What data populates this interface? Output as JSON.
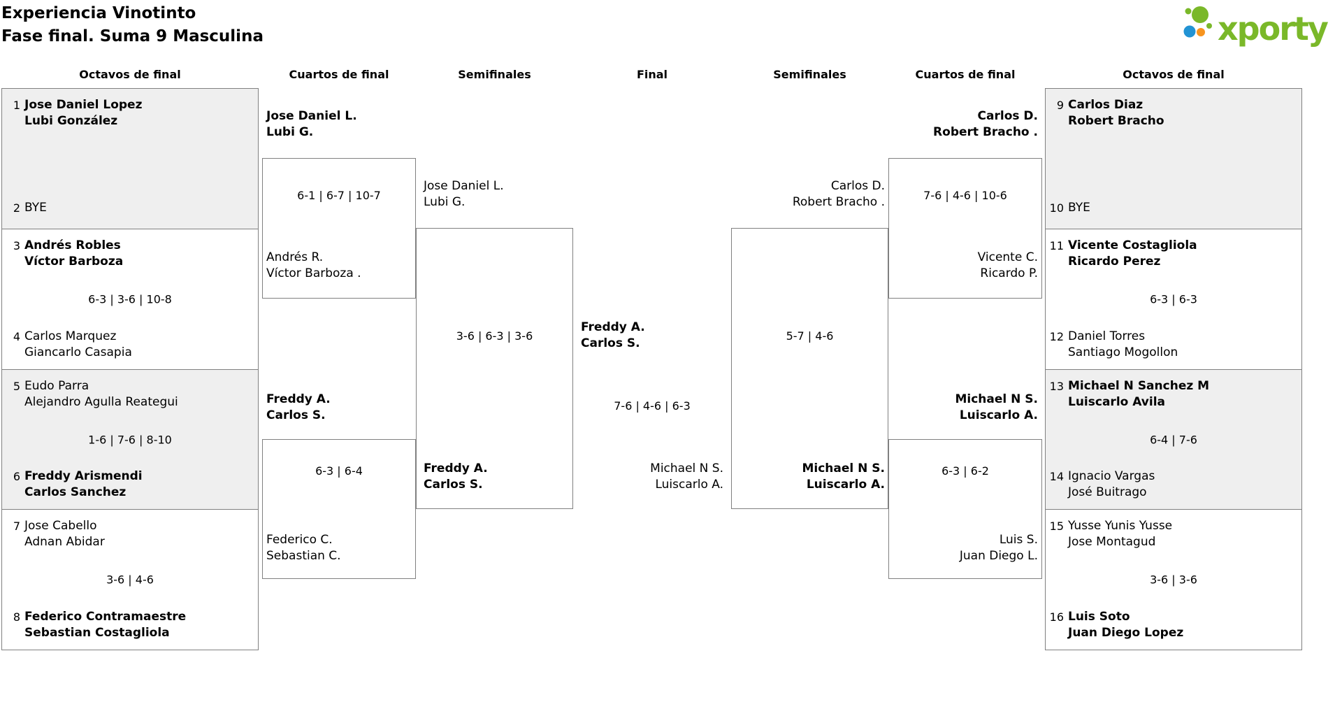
{
  "title": {
    "line1": "Experiencia Vinotinto",
    "line2": "Fase final. Suma 9 Masculina"
  },
  "logo": {
    "text": "xporty",
    "colors": {
      "green": "#7ab829",
      "blue": "#2293d4",
      "orange": "#f7941e"
    }
  },
  "rounds": [
    "Octavos de final",
    "Cuartos de final",
    "Semifinales",
    "Final",
    "Semifinales",
    "Cuartos de final",
    "Octavos de final"
  ],
  "octavos_left": [
    {
      "top_seed": "1",
      "top1": "Jose Daniel Lopez",
      "top2": "Lubi González",
      "bottom_seed": "2",
      "bottom1": "BYE"
    },
    {
      "top_seed": "3",
      "top1": "Andrés Robles",
      "top2": "Víctor Barboza",
      "score": "6-3 | 3-6 | 10-8",
      "bottom_seed": "4",
      "bottom1": "Carlos Marquez",
      "bottom2": "Giancarlo Casapia"
    },
    {
      "top_seed": "5",
      "top1": "Eudo Parra",
      "top2": "Alejandro Agulla Reategui",
      "score": "1-6 | 7-6 | 8-10",
      "bottom_seed": "6",
      "bottom1": "Freddy Arismendi",
      "bottom2": "Carlos Sanchez"
    },
    {
      "top_seed": "7",
      "top1": "Jose Cabello",
      "top2": "Adnan Abidar",
      "score": "3-6 | 4-6",
      "bottom_seed": "8",
      "bottom1": "Federico Contramaestre",
      "bottom2": "Sebastian Costagliola"
    }
  ],
  "octavos_right": [
    {
      "top_seed": "9",
      "top1": "Carlos Diaz",
      "top2": "Robert Bracho",
      "bottom_seed": "10",
      "bottom1": "BYE"
    },
    {
      "top_seed": "11",
      "top1": "Vicente Costagliola",
      "top2": "Ricardo Perez",
      "score": "6-3 | 6-3",
      "bottom_seed": "12",
      "bottom1": "Daniel Torres",
      "bottom2": "Santiago Mogollon"
    },
    {
      "top_seed": "13",
      "top1": "Michael N Sanchez M",
      "top2": "Luiscarlo Avila",
      "score": "6-4 | 7-6",
      "bottom_seed": "14",
      "bottom1": "Ignacio Vargas",
      "bottom2": "José Buitrago"
    },
    {
      "top_seed": "15",
      "top1": "Yusse Yunis Yusse",
      "top2": "Jose Montagud",
      "score": "3-6 | 3-6",
      "bottom_seed": "16",
      "bottom1": "Luis Soto",
      "bottom2": "Juan Diego Lopez"
    }
  ],
  "cuartos_left": [
    {
      "winner1": "Jose Daniel L.",
      "winner2": "Lubi G.",
      "score": "6-1 | 6-7 | 10-7",
      "loser1": "Andrés R.",
      "loser2": "Víctor Barboza ."
    },
    {
      "winner1": "Freddy A.",
      "winner2": "Carlos S.",
      "score": "6-3 | 6-4",
      "loser1": "Federico C.",
      "loser2": "Sebastian C."
    }
  ],
  "cuartos_right": [
    {
      "winner1": "Carlos D.",
      "winner2": "Robert Bracho .",
      "score": "7-6 | 4-6 | 10-6",
      "loser1": "Vicente C.",
      "loser2": "Ricardo P."
    },
    {
      "winner1": "Michael N S.",
      "winner2": "Luiscarlo A.",
      "score": "6-3 | 6-2",
      "loser1": "Luis S.",
      "loser2": "Juan Diego L."
    }
  ],
  "semifinal_left": {
    "top1": "Jose Daniel L.",
    "top2": "Lubi G.",
    "score": "3-6 | 6-3 | 3-6",
    "bottom1": "Freddy A.",
    "bottom2": "Carlos S."
  },
  "semifinal_right": {
    "top1": "Carlos D.",
    "top2": "Robert Bracho .",
    "score": "5-7 | 4-6",
    "bottom1": "Michael N S.",
    "bottom2": "Luiscarlo A."
  },
  "final": {
    "top1": "Freddy A.",
    "top2": "Carlos S.",
    "score": "7-6 | 4-6 | 6-3",
    "bottom1": "Michael N S.",
    "bottom2": "Luiscarlo A."
  }
}
